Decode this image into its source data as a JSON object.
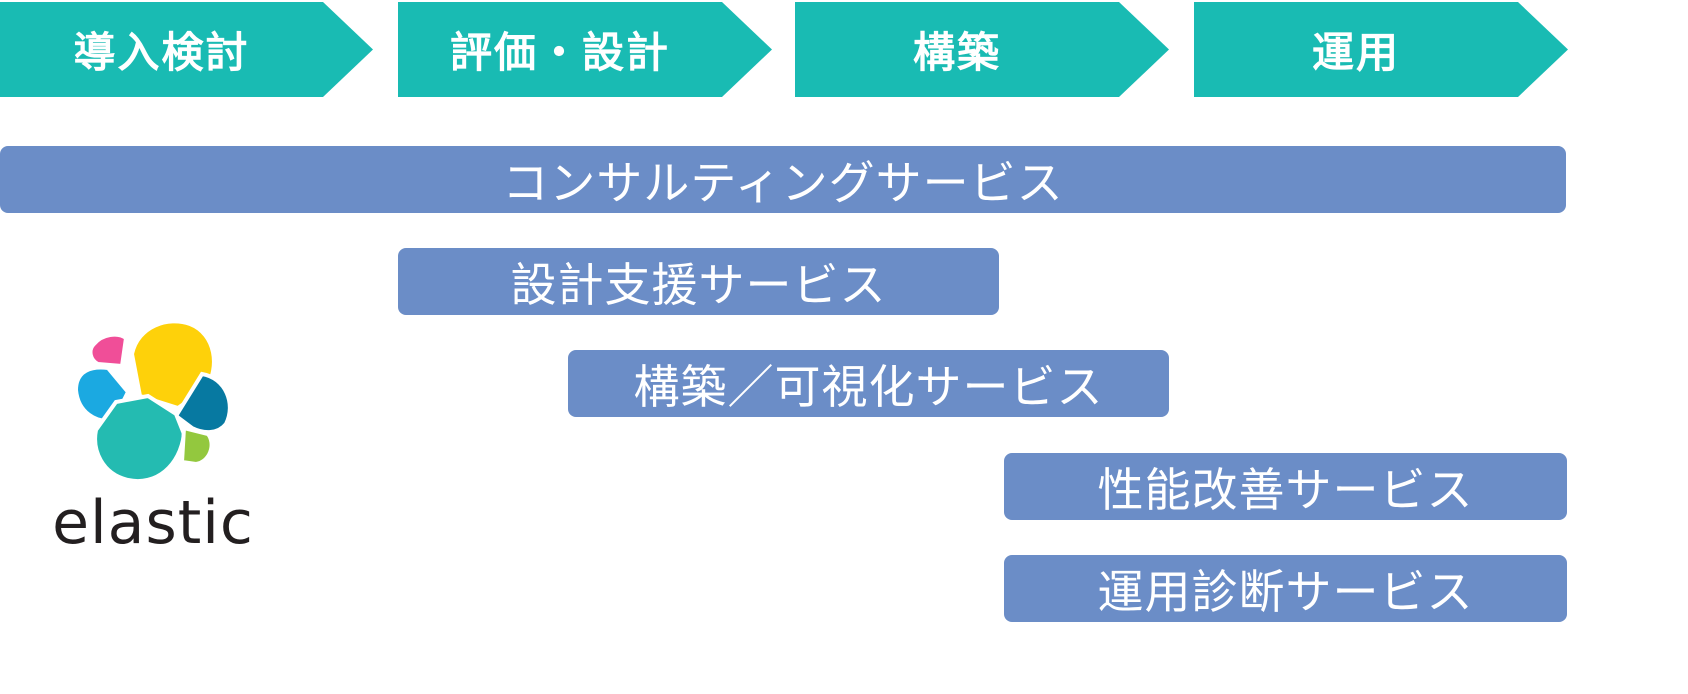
{
  "phases": [
    "導入検討",
    "評価・設計",
    "構築",
    "運用"
  ],
  "services": {
    "consulting": "コンサルティングサービス",
    "design": "設計支援サービス",
    "build": "構築／可視化サービス",
    "performance": "性能改善サービス",
    "operation": "運用診断サービス"
  },
  "logo": {
    "text": "elastic"
  },
  "colors": {
    "phase": "#19bbb3",
    "service": "#6b8dc7",
    "logo_yellow": "#fed10a",
    "logo_pink": "#f04e98",
    "logo_blue": "#1ba9e1",
    "logo_teal": "#24bbb1",
    "logo_darkblue": "#0779a1",
    "logo_green": "#93c83e"
  }
}
